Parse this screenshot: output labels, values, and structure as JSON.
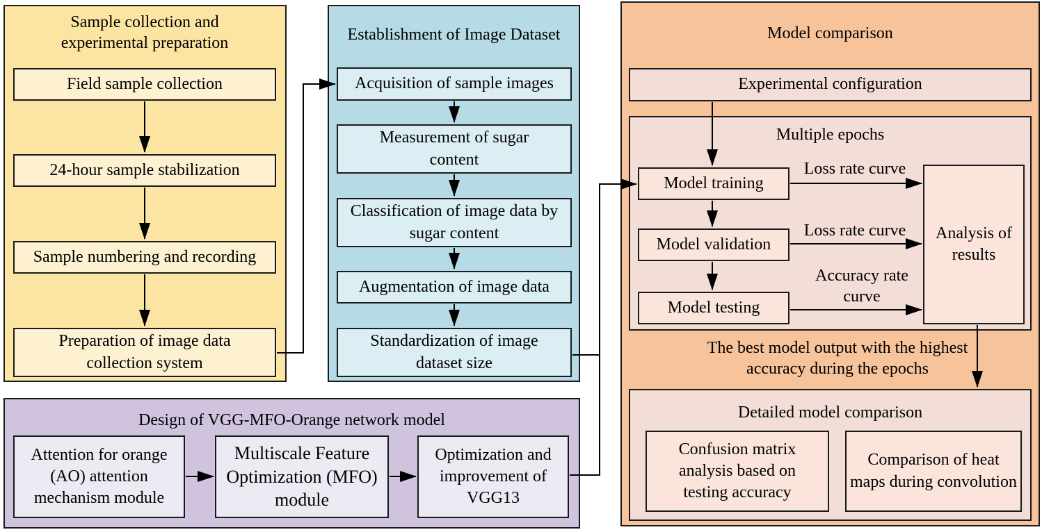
{
  "panels": {
    "sample_prep": {
      "title": "Sample collection and experimental preparation",
      "steps": [
        "Field sample collection",
        "24-hour sample stabilization",
        "Sample numbering and recording",
        "Preparation of image data collection system"
      ]
    },
    "dataset": {
      "title": "Establishment of Image Dataset",
      "steps": [
        "Acquisition of sample images",
        "Measurement of sugar content",
        "Classification of image data by sugar content",
        "Augmentation of image data",
        "Standardization of image dataset size"
      ]
    },
    "model_comparison": {
      "title": "Model comparison",
      "config": "Experimental configuration",
      "epochs": {
        "title": "Multiple epochs",
        "training": "Model training",
        "validation": "Model validation",
        "testing": "Model testing",
        "curve_training": "Loss rate curve",
        "curve_validation": "Loss rate curve",
        "curve_testing": "Accuracy rate curve",
        "analysis": "Analysis of results"
      },
      "best_output": "The best model output with the highest accuracy during the epochs",
      "detailed": {
        "title": "Detailed model comparison",
        "confusion": "Confusion matrix analysis based on testing accuracy",
        "heatmaps": "Comparison of heat maps during convolution"
      }
    },
    "design": {
      "title": "Design of VGG-MFO-Orange network model",
      "modules": [
        "Attention for orange (AO) attention mechanism module",
        "Multiscale Feature Optimization (MFO) module",
        "Optimization and improvement of VGG13"
      ]
    }
  }
}
